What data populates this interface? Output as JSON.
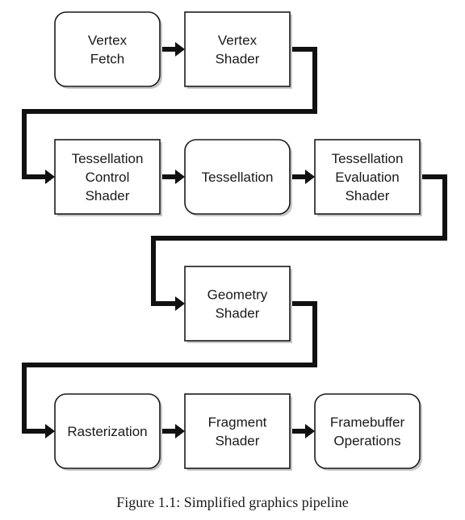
{
  "figure": {
    "caption": "Figure 1.1: Simplified graphics pipeline"
  },
  "stages": [
    {
      "id": "vertex-fetch",
      "lines": [
        "Vertex",
        "Fetch"
      ],
      "rounded": true
    },
    {
      "id": "vertex-shader",
      "lines": [
        "Vertex",
        "Shader"
      ],
      "rounded": false
    },
    {
      "id": "tessellation-control-shader",
      "lines": [
        "Tessellation",
        "Control",
        "Shader"
      ],
      "rounded": false
    },
    {
      "id": "tessellation",
      "lines": [
        "Tessellation"
      ],
      "rounded": true
    },
    {
      "id": "tessellation-evaluation-shader",
      "lines": [
        "Tessellation",
        "Evaluation",
        "Shader"
      ],
      "rounded": false
    },
    {
      "id": "geometry-shader",
      "lines": [
        "Geometry",
        "Shader"
      ],
      "rounded": false
    },
    {
      "id": "rasterization",
      "lines": [
        "Rasterization"
      ],
      "rounded": true
    },
    {
      "id": "fragment-shader",
      "lines": [
        "Fragment",
        "Shader"
      ],
      "rounded": false
    },
    {
      "id": "framebuffer-operations",
      "lines": [
        "Framebuffer",
        "Operations"
      ],
      "rounded": true
    }
  ],
  "connections": [
    [
      "vertex-fetch",
      "vertex-shader"
    ],
    [
      "vertex-shader",
      "tessellation-control-shader"
    ],
    [
      "tessellation-control-shader",
      "tessellation"
    ],
    [
      "tessellation",
      "tessellation-evaluation-shader"
    ],
    [
      "tessellation-evaluation-shader",
      "geometry-shader"
    ],
    [
      "geometry-shader",
      "rasterization"
    ],
    [
      "rasterization",
      "fragment-shader"
    ],
    [
      "fragment-shader",
      "framebuffer-operations"
    ]
  ]
}
